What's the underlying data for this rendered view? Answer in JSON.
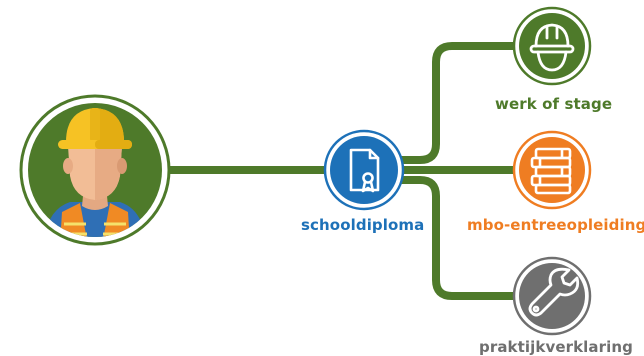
{
  "colors": {
    "connector": "#4e7a2a",
    "green": "#4e7a2a",
    "blue": "#1d71b8",
    "orange": "#ef7d22",
    "gray": "#6f6f6f"
  },
  "nodes": {
    "worker": {
      "icon": "construction-worker-icon"
    },
    "diploma": {
      "label": "schooldiploma",
      "icon": "certificate-document-icon"
    },
    "work": {
      "label": "werk of stage",
      "icon": "hard-hat-icon"
    },
    "mbo": {
      "label": "mbo-entreeopleiding",
      "icon": "book-stack-icon"
    },
    "praktijk": {
      "label": "praktijkverklaring",
      "icon": "wrench-icon"
    }
  }
}
